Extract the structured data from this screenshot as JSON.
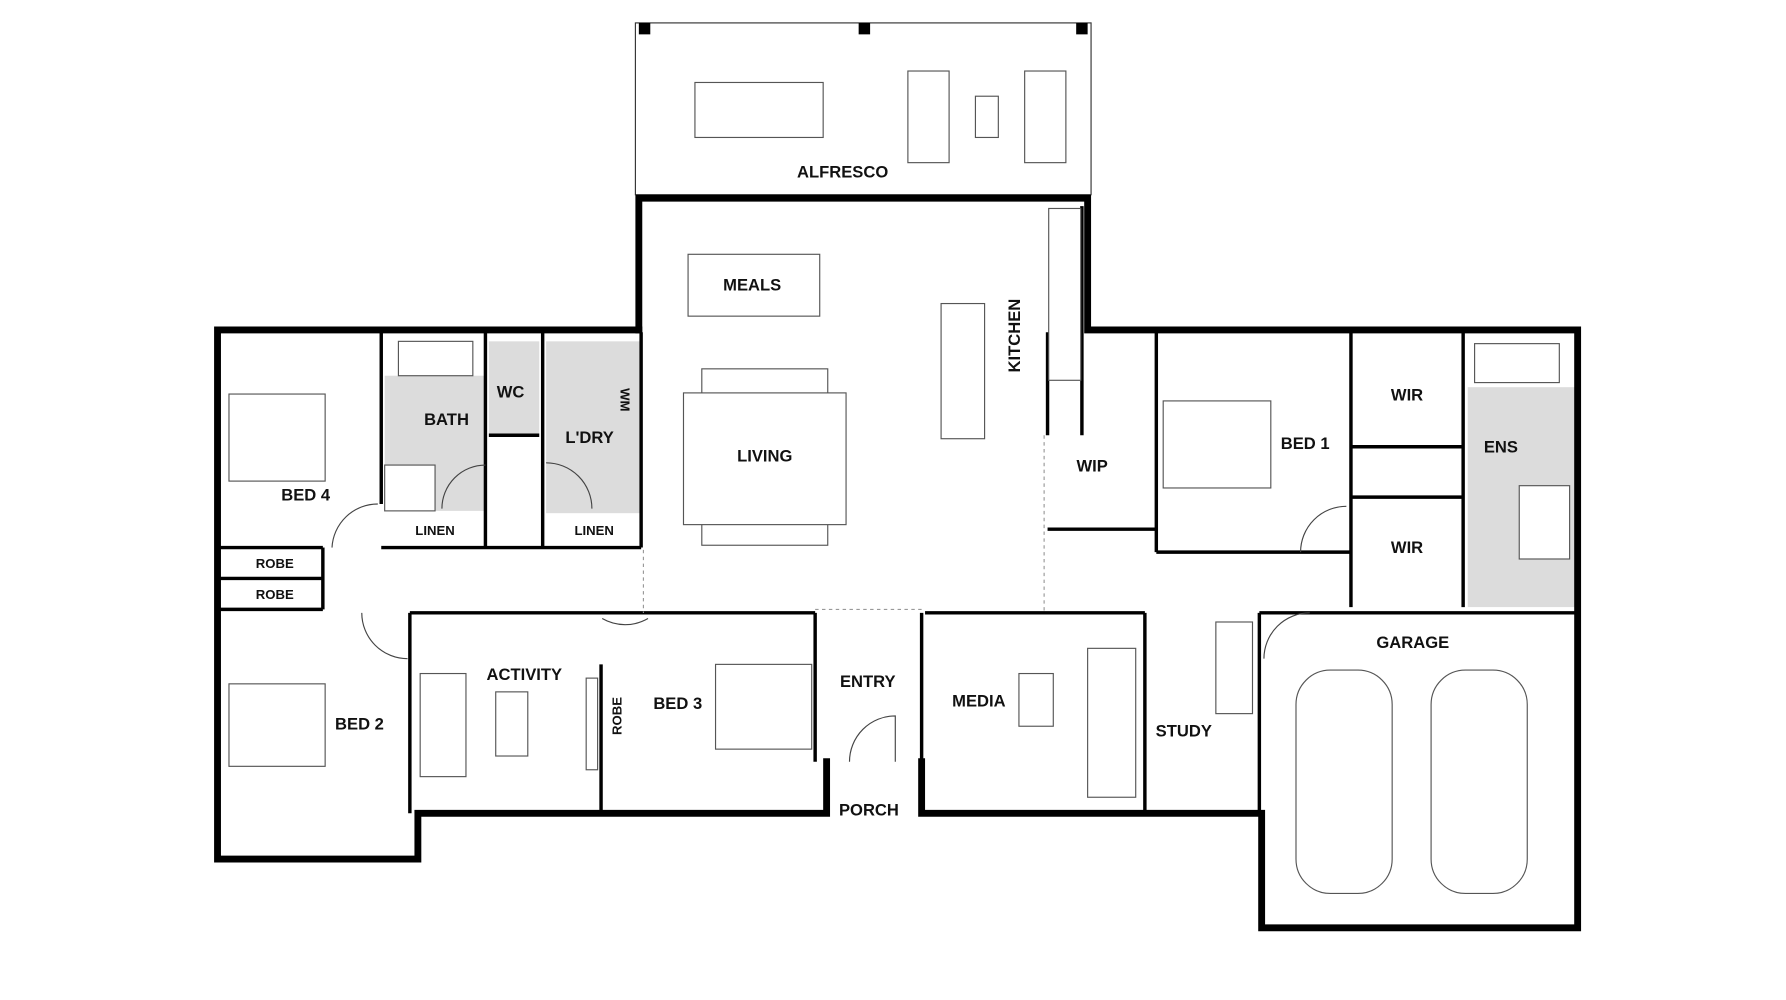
{
  "plan": {
    "rooms": {
      "alfresco": "ALFRESCO",
      "meals": "MEALS",
      "living": "LIVING",
      "kitchen": "KITCHEN",
      "wip": "WIP",
      "bed1": "BED 1",
      "wir1": "WIR",
      "wir2": "WIR",
      "ens": "ENS",
      "bed4": "BED 4",
      "bath": "BATH",
      "wc": "WC",
      "laundry": "L'DRY",
      "wm": "WM",
      "linen1": "LINEN",
      "linen2": "LINEN",
      "robe1": "ROBE",
      "robe2": "ROBE",
      "bed2": "BED 2",
      "activity": "ACTIVITY",
      "robe3": "ROBE",
      "bed3": "BED 3",
      "entry": "ENTRY",
      "porch": "PORCH",
      "media": "MEDIA",
      "study": "STUDY",
      "garage": "GARAGE"
    }
  }
}
